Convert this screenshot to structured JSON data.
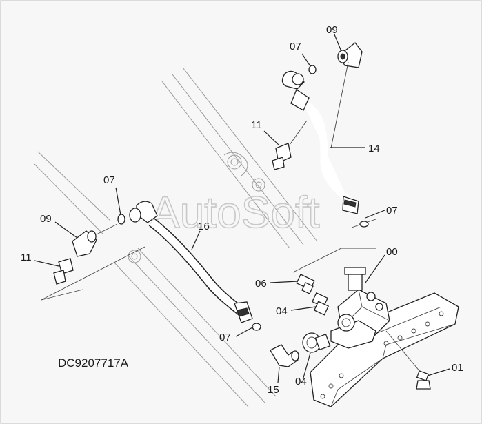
{
  "watermark": "AutoSoft",
  "drawing_code": "DC9207717A",
  "callouts": {
    "c00": "00",
    "c01": "01",
    "c04a": "04",
    "c04b": "04",
    "c06": "06",
    "c07a": "07",
    "c07b": "07",
    "c07c": "07",
    "c07d": "07",
    "c09a": "09",
    "c09b": "09",
    "c11a": "11",
    "c11b": "11",
    "c14": "14",
    "c15": "15",
    "c16": "16"
  }
}
